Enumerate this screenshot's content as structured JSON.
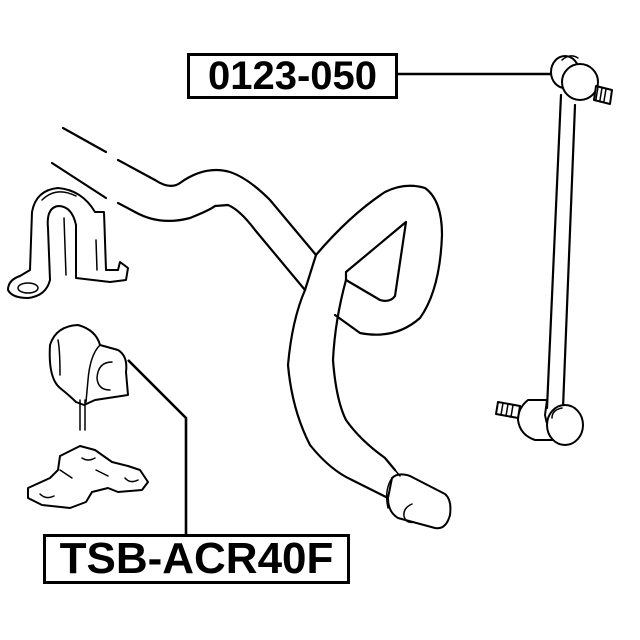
{
  "diagram": {
    "title": "Stabilizer bar assembly parts diagram",
    "callouts": [
      {
        "id": "stabilizer-link",
        "part_number": "0123-050",
        "points_to": "stabilizer link (right side)"
      },
      {
        "id": "stabilizer-bushing",
        "part_number": "TSB-ACR40F",
        "points_to": "stabilizer bar bushing (left side)"
      }
    ],
    "components": [
      "stabilizer-bar",
      "stabilizer-link",
      "stabilizer-bushing",
      "bushing-bracket-upper",
      "bushing-bracket-lower",
      "bar-end-bushing"
    ],
    "colors": {
      "line": "#000000",
      "background": "#ffffff"
    }
  }
}
